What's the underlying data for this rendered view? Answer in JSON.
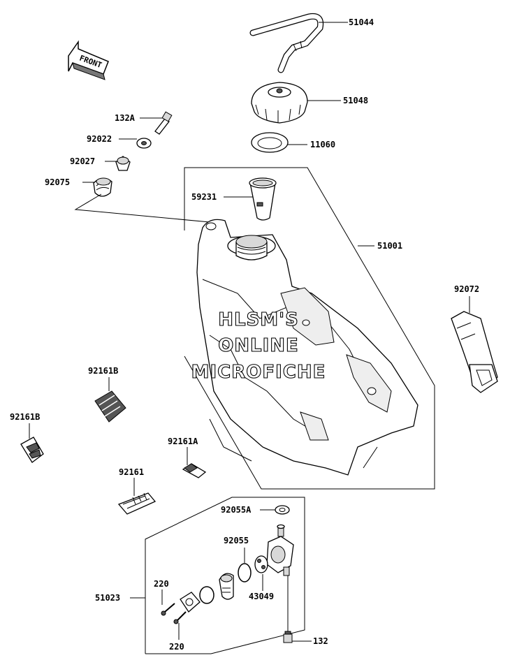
{
  "front_label": "FRONT",
  "watermark": {
    "line1": "HLSM'S",
    "line2": "ONLINE",
    "line3": "MICROFICHE"
  },
  "parts": {
    "p51044": "51044",
    "p51048": "51048",
    "p11060": "11060",
    "p132A": "132A",
    "p92022": "92022",
    "p92027": "92027",
    "p92075": "92075",
    "p59231": "59231",
    "p51001": "51001",
    "p92072": "92072",
    "p92161B_a": "92161B",
    "p92161B_b": "92161B",
    "p92161A": "92161A",
    "p92161": "92161",
    "p92055A": "92055A",
    "p92055": "92055",
    "p43049": "43049",
    "p51023": "51023",
    "p220_a": "220",
    "p220_b": "220",
    "p132": "132"
  }
}
